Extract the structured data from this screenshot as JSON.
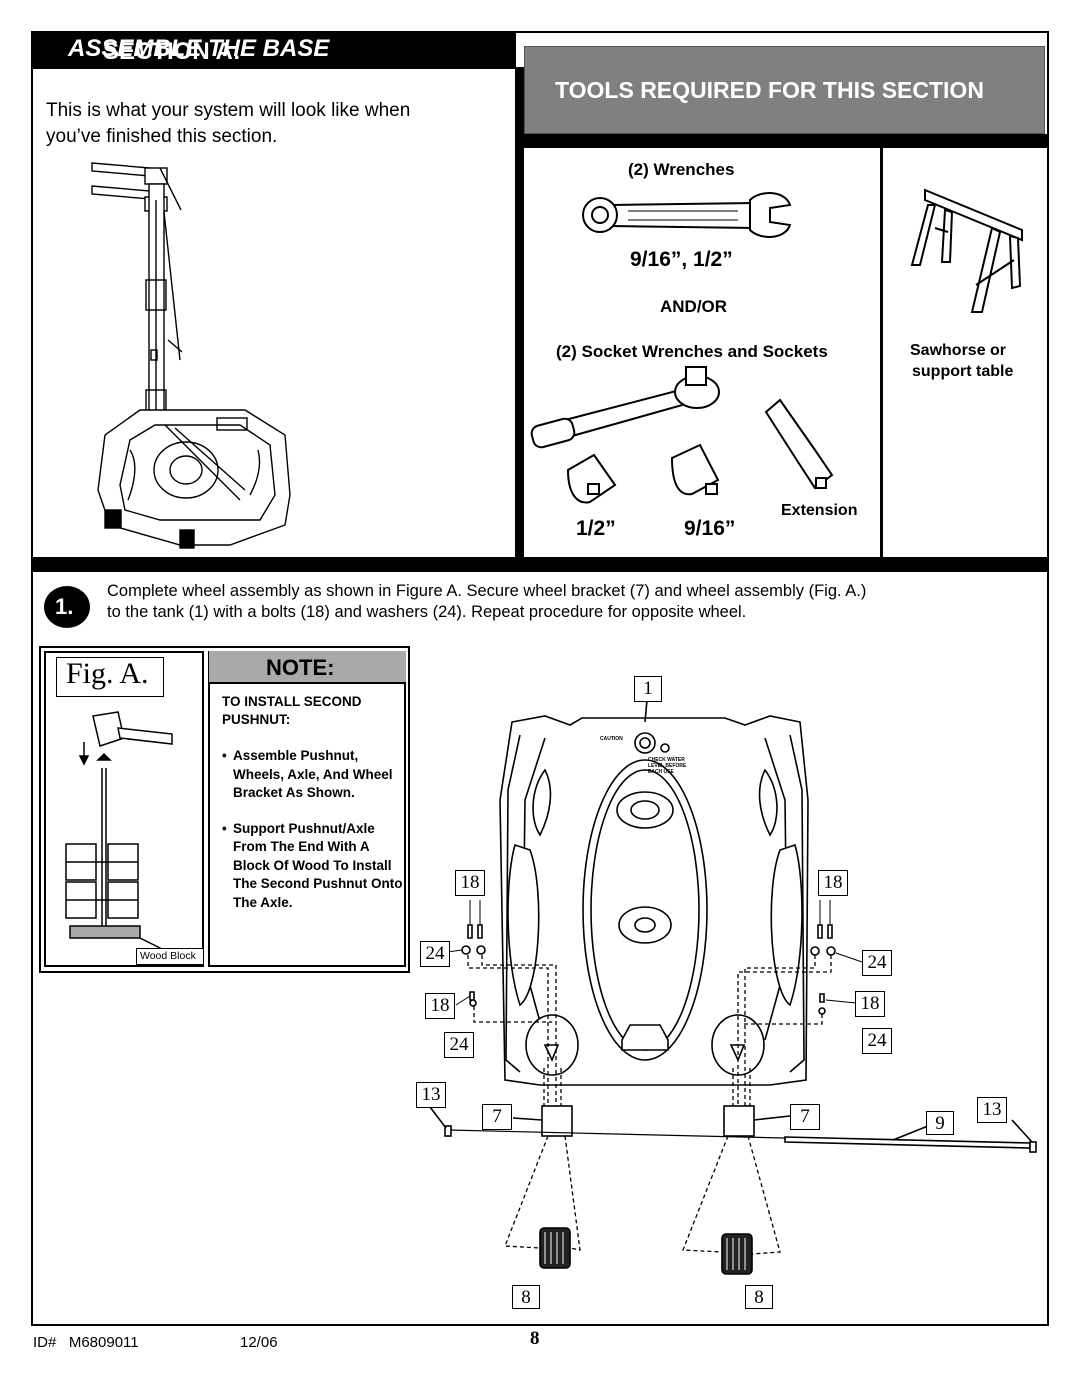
{
  "header": {
    "section_title": "SECTION A: ",
    "section_title_italic": "ASSEMBLE THE BASE",
    "tools_title": "TOOLS REQUIRED FOR THIS SECTION"
  },
  "intro": {
    "line1": "This is what your system will look like when",
    "line2": "you’ve finished this section."
  },
  "tools": {
    "wrenches_label": "(2) Wrenches",
    "wrench_sizes": "9/16”, 1/2”",
    "and_or": "AND/OR",
    "socket_label": "(2) Socket Wrenches and Sockets",
    "socket_size_1": "1/2”",
    "socket_size_2": "9/16”",
    "extension_label": "Extension",
    "sawhorse_line1": "Sawhorse or",
    "sawhorse_line2": "support table"
  },
  "step": {
    "number": "1.",
    "line1": "Complete wheel assembly as shown in Figure A.  Secure wheel bracket (7) and wheel assembly (Fig. A.)",
    "line2": "to the tank (1) with a bolts (18) and washers (24).  Repeat procedure for opposite wheel."
  },
  "figure": {
    "title": "Fig. A.",
    "wood_block_label": "Wood Block"
  },
  "note": {
    "title": "NOTE:",
    "heading_line1": "TO INSTALL SECOND",
    "heading_line2": "PUSHNUT:",
    "item1": "Assemble Pushnut, Wheels, Axle, And Wheel Bracket As Shown.",
    "item2": "Support Pushnut/Axle From The End With A Block Of Wood To Install The Second Pushnut Onto The Axle."
  },
  "tank_label": {
    "caution": "CAUTION",
    "check": "CHECK WATER LEVEL BEFORE EACH USE"
  },
  "callouts": {
    "tank": "1",
    "bolt": "18",
    "washer": "24",
    "bracket": "7",
    "wheel": "8",
    "axle": "9",
    "pushnut": "13"
  },
  "footer": {
    "id": "ID#   M6809011",
    "date": "12/06",
    "page": "8"
  }
}
